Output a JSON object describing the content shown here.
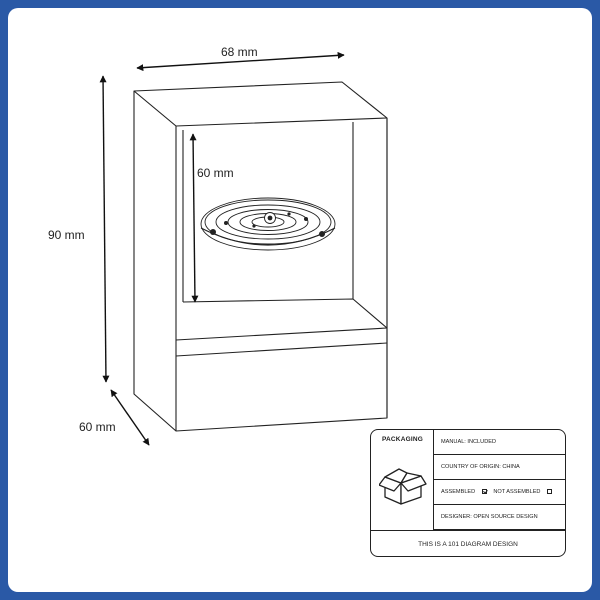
{
  "dimensions": {
    "width": "68 mm",
    "height": "90 mm",
    "depth": "60 mm",
    "inner_height": "60 mm"
  },
  "packaging": {
    "heading": "PACKAGING",
    "manual": "MANUAL: INCLUDED",
    "origin": "COUNTRY OF ORIGIN: CHINA",
    "assembled_label": "ASSEMBLED",
    "assembled_checked": true,
    "not_assembled_label": "NOT ASSEMBLED",
    "not_assembled_checked": false,
    "designer": "DESIGNER: OPEN SOURCE DESIGN",
    "footer": "THIS IS A 101 DIAGRAM DESIGN"
  },
  "icons": [
    "cardboard-box-icon",
    "solar-system-disc-icon",
    "checkbox-icon"
  ],
  "colors": {
    "frame": "#2a59a6",
    "line": "#222222",
    "background": "#ffffff"
  }
}
